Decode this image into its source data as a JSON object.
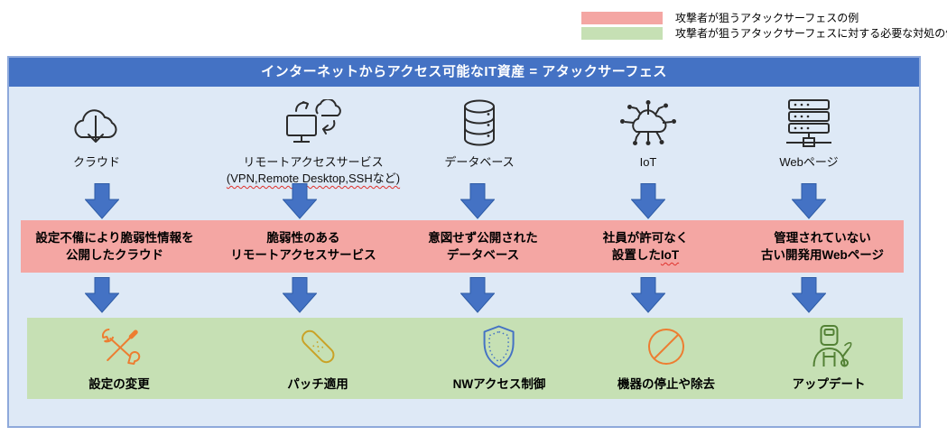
{
  "legend": {
    "items": [
      {
        "swatch": "attack-surface-example",
        "color": "#F4A6A3",
        "label": "攻撃者が狙うアタックサーフェスの例"
      },
      {
        "swatch": "countermeasure-example",
        "color": "#C6E0B4",
        "label": "攻撃者が狙うアタックサーフェスに対する必要な対処の例"
      }
    ]
  },
  "diagram": {
    "title": "インターネットからアクセス可能なIT資産 = アタックサーフェス",
    "columns": [
      {
        "asset": {
          "icon": "cloud-download-icon",
          "label": "クラウド",
          "sublabel": ""
        },
        "risk": {
          "line1": "設定不備により脆弱性情報を",
          "line2": "公開したクラウド",
          "line2_wavy": ""
        },
        "measure": {
          "icon": "crossed-tools-icon",
          "label": "設定の変更"
        }
      },
      {
        "asset": {
          "icon": "remote-desktop-cloud-icon",
          "label": "リモートアクセスサービス",
          "sublabel": "(VPN,Remote Desktop,SSHなど)"
        },
        "risk": {
          "line1": "脆弱性のある",
          "line2": "リモートアクセスサービス",
          "line2_wavy": ""
        },
        "measure": {
          "icon": "patch-bandage-icon",
          "label": "パッチ適用"
        }
      },
      {
        "asset": {
          "icon": "database-icon",
          "label": "データベース",
          "sublabel": ""
        },
        "risk": {
          "line1": "意図せず公開された",
          "line2": "データベース",
          "line2_wavy": ""
        },
        "measure": {
          "icon": "shield-icon",
          "label": "NWアクセス制御"
        }
      },
      {
        "asset": {
          "icon": "iot-network-icon",
          "label": "IoT",
          "sublabel": ""
        },
        "risk": {
          "line1": "社員が許可なく",
          "line2": "設置した",
          "line2_wavy": "IoT"
        },
        "measure": {
          "icon": "prohibition-icon",
          "label": "機器の停止や除去"
        }
      },
      {
        "asset": {
          "icon": "web-server-icon",
          "label": "Webページ",
          "sublabel": ""
        },
        "risk": {
          "line1": "管理されていない",
          "line2": "古い開発用Webページ",
          "line2_wavy": ""
        },
        "measure": {
          "icon": "welder-update-icon",
          "label": "アップデート"
        }
      }
    ]
  },
  "colors": {
    "frame_border": "#8EA9DB",
    "frame_bg": "#DEE9F6",
    "title_bg": "#4472C4",
    "title_text": "#FFFFFF",
    "arrow_fill": "#4472C4",
    "arrow_stroke": "#2E5CA6",
    "risk_band": "#F4A6A3",
    "measure_band": "#C6E0B4",
    "icon_orange": "#ED7D31",
    "icon_gold": "#C9A227",
    "icon_blue": "#4472C4",
    "icon_green": "#538135",
    "spellcheck_wavy": "#E0312B"
  }
}
